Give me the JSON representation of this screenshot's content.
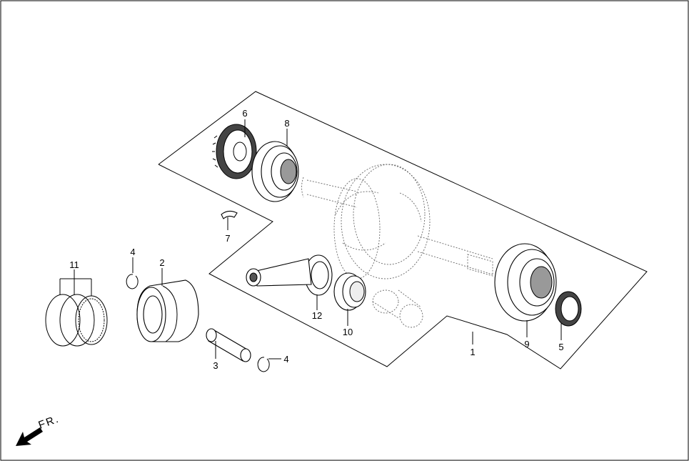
{
  "callouts": [
    {
      "id": "callout-1",
      "text": "1"
    },
    {
      "id": "callout-2",
      "text": "2"
    },
    {
      "id": "callout-3",
      "text": "3"
    },
    {
      "id": "callout-4a",
      "text": "4"
    },
    {
      "id": "callout-4b",
      "text": "4"
    },
    {
      "id": "callout-5",
      "text": "5"
    },
    {
      "id": "callout-6",
      "text": "6"
    },
    {
      "id": "callout-7",
      "text": "7"
    },
    {
      "id": "callout-8",
      "text": "8"
    },
    {
      "id": "callout-9",
      "text": "9"
    },
    {
      "id": "callout-10",
      "text": "10"
    },
    {
      "id": "callout-11",
      "text": "11"
    },
    {
      "id": "callout-12",
      "text": "12"
    }
  ],
  "direction_indicator": {
    "text": "FR."
  },
  "colors": {
    "line": "#000000",
    "dashed": "#666666",
    "background": "#ffffff"
  }
}
